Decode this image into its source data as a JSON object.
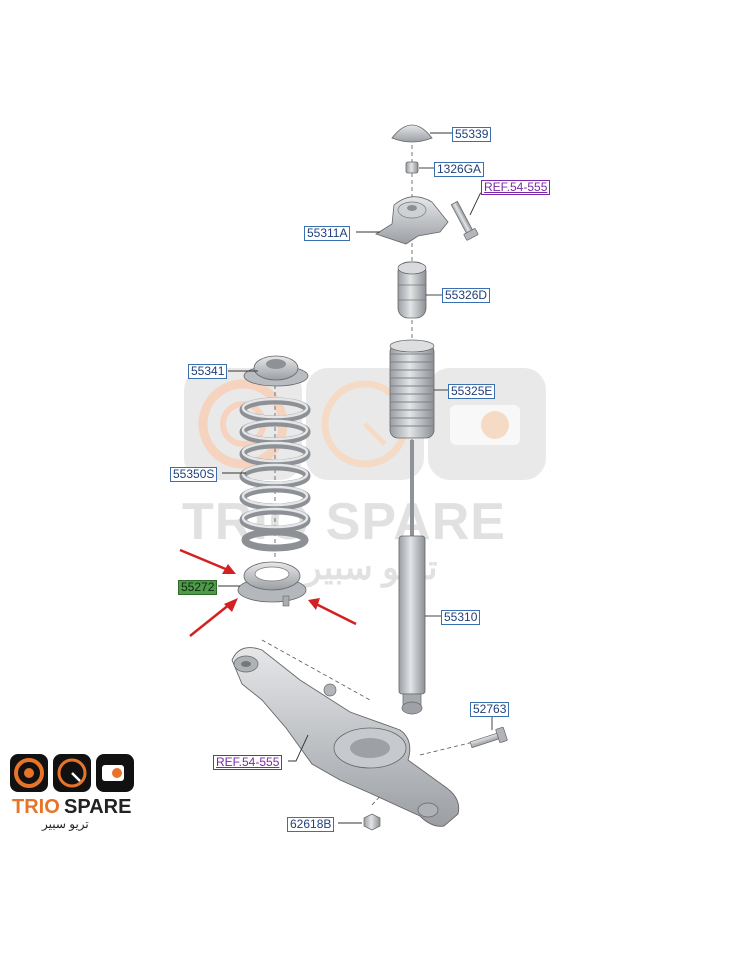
{
  "colors": {
    "label_border": "#3a6fb0",
    "label_text": "#1f3f7a",
    "ref_text": "#7a2aa8",
    "highlight": "#4f9a4a",
    "arrow": "#d42020",
    "logo_orange": "#e8742a",
    "watermark": "#c9c9c9"
  },
  "parts": {
    "p55339": "55339",
    "p1326ga": "1326GA",
    "ref_top": "REF.54-555",
    "p55311a": "55311A",
    "p55326d": "55326D",
    "p55341": "55341",
    "p55325e": "55325E",
    "p55350s": "55350S",
    "p55272": "55272",
    "p55310": "55310",
    "p52763": "52763",
    "ref_bottom": "REF.54-555",
    "p62618b": "62618B"
  },
  "watermark": {
    "brand": "TRIO SPARE",
    "brand_ar": "تريو سبير"
  },
  "logo": {
    "brand_trio": "TRIO",
    "brand_spare": "SPARE",
    "brand_ar": "تريو سبير"
  }
}
